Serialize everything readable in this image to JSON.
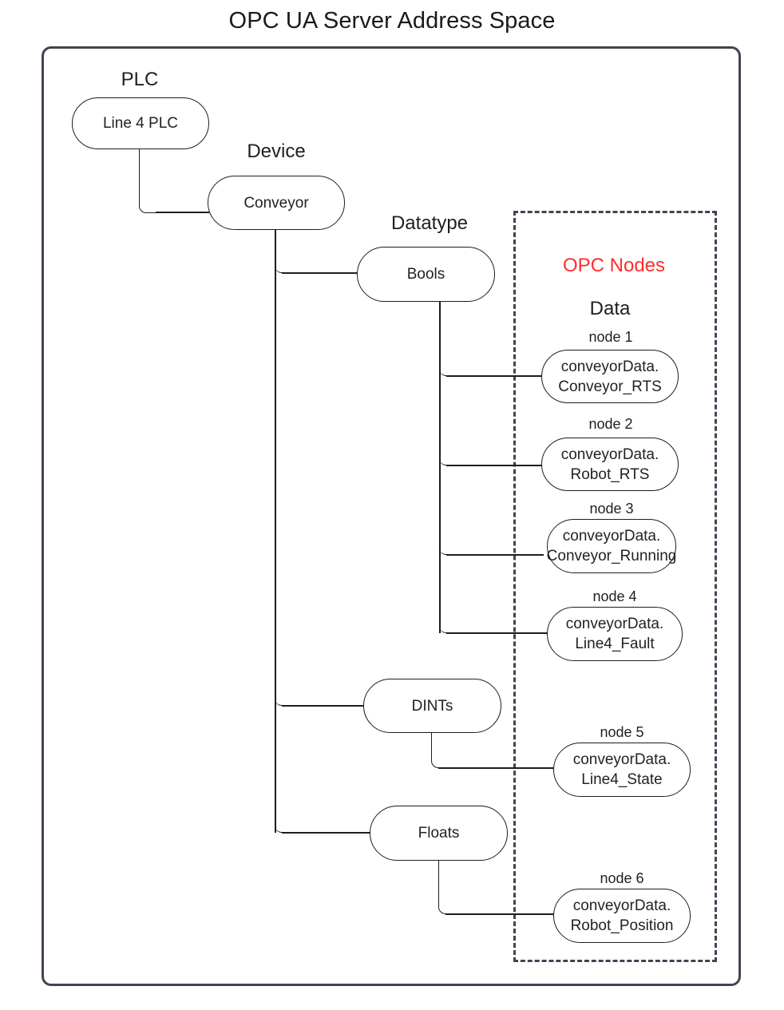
{
  "diagram": {
    "title": "OPC UA Server Address Space",
    "captions": {
      "plc": "PLC",
      "device": "Device",
      "datatype": "Datatype",
      "opc_nodes": "OPC Nodes",
      "data": "Data"
    },
    "colors": {
      "opc_nodes_text": "#ff2d2d",
      "outer_border": "#3e4552",
      "dashed_border": "#3e4552",
      "node_border": "#1d1d1d",
      "text": "#222222",
      "background": "#ffffff"
    },
    "tree": {
      "plc_node": "Line 4 PLC",
      "device_node": "Conveyor",
      "datatype_nodes": [
        "Bools",
        "DINTs",
        "Floats"
      ]
    },
    "opc_nodes": [
      {
        "label": "node 1",
        "line1": "conveyorData.",
        "line2": "Conveyor_RTS",
        "full": "conveyorData.Conveyor_RTS",
        "datatype": "Bools"
      },
      {
        "label": "node 2",
        "line1": "conveyorData.",
        "line2": "Robot_RTS",
        "full": "conveyorData.Robot_RTS",
        "datatype": "Bools"
      },
      {
        "label": "node 3",
        "line1": "conveyorData.",
        "line2": "Conveyor_Running",
        "full": "conveyorData.Conveyor_Running",
        "datatype": "Bools"
      },
      {
        "label": "node 4",
        "line1": "conveyorData.",
        "line2": "Line4_Fault",
        "full": "conveyorData.Line4_Fault",
        "datatype": "Bools"
      },
      {
        "label": "node 5",
        "line1": "conveyorData.",
        "line2": "Line4_State",
        "full": "conveyorData.Line4_State",
        "datatype": "DINTs"
      },
      {
        "label": "node 6",
        "line1": "conveyorData.",
        "line2": "Robot_Position",
        "full": "conveyorData.Robot_Position",
        "datatype": "Floats"
      }
    ]
  }
}
